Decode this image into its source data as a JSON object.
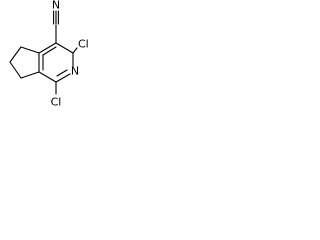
{
  "molecule": {
    "atoms": {
      "nitrile_n": "N",
      "chlorine_upper": "Cl",
      "ring_n": "N",
      "chlorine_lower": "Cl"
    }
  },
  "colors": {
    "bond": "#000000",
    "label": "#000000",
    "background": "#ffffff"
  }
}
